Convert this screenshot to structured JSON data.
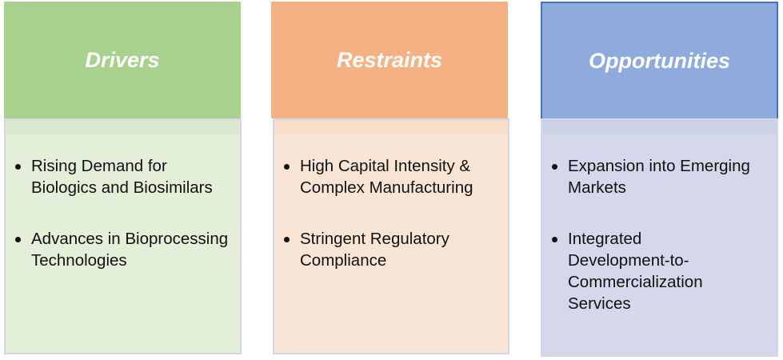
{
  "columns": [
    {
      "title": "Drivers",
      "header_color": "#a9d18e",
      "body_color": "#e3efd9",
      "band_color": "#dde8d2",
      "items": [
        "Rising Demand for Biologics and Biosimilars",
        "Advances in Bioprocessing Technologies"
      ]
    },
    {
      "title": "Restraints",
      "header_color": "#f4b183",
      "body_color": "#f8e5d6",
      "band_color": "#f8ddc9",
      "items": [
        "High Capital Intensity & Complex Manufacturing",
        "Stringent Regulatory Compliance"
      ]
    },
    {
      "title": "Opportunities",
      "header_color": "#8faadc",
      "body_color": "#d4d8ea",
      "band_color": "#cbd2e8",
      "items": [
        "Expansion into Emerging Markets",
        "Integrated Development-to-Commercialization Services"
      ]
    }
  ]
}
